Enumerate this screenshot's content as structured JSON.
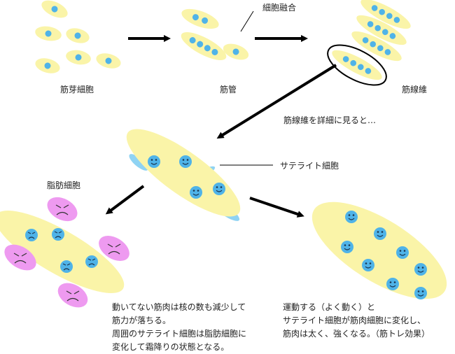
{
  "labels": {
    "myoblast": "筋芽細胞",
    "myotube": "筋管",
    "cell_fusion": "細胞融合",
    "muscle_fiber": "筋線維",
    "zoom_caption": "筋線維を詳細に見ると…",
    "satellite_cell": "サテライト細胞",
    "fat_cell": "脂肪細胞"
  },
  "notes": {
    "inactive": [
      "動いてない筋肉は核の数も減少して",
      "筋力が落ちる。",
      "周囲のサテライト細胞は脂肪細胞に",
      "変化して霜降りの状態となる。"
    ],
    "exercise": [
      "運動する（よく動く）と",
      "サテライト細胞が筋肉細胞に変化し、",
      "筋肉は太く、強くなる。（筋トレ効果）"
    ]
  },
  "colors": {
    "cell_body": "#faf4a8",
    "nucleus": "#4fb3e8",
    "satellite": "#8fd3f3",
    "fat": "#ee9af0",
    "arrow": "#000000"
  },
  "icons": {
    "happy_face": "smiling-nucleus-icon",
    "sad_face": "frowning-face-icon"
  }
}
